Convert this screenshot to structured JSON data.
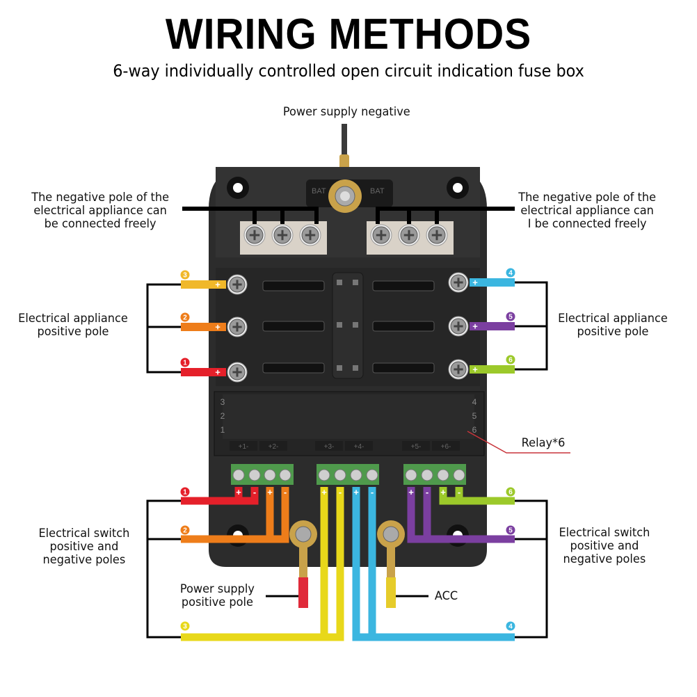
{
  "header": {
    "title": "WIRING METHODS",
    "subtitle": "6-way individually controlled open circuit indication fuse box"
  },
  "labels": {
    "power_negative": "Power supply negative",
    "neg_pole_left": [
      "The negative pole of the",
      "electrical appliance can",
      "be connected freely"
    ],
    "neg_pole_right": [
      "The negative pole of the",
      "electrical appliance can",
      "I be connected freely"
    ],
    "appliance_positive_left": [
      "Electrical appliance",
      "positive pole"
    ],
    "appliance_positive_right": [
      "Electrical appliance",
      "positive pole"
    ],
    "switch_left": [
      "Electrical switch",
      "positive and",
      "negative poles"
    ],
    "switch_right": [
      "Electrical switch",
      "positive and",
      "negative poles"
    ],
    "power_positive": [
      "Power supply",
      "positive pole"
    ],
    "acc": "ACC",
    "relay": "Relay*6"
  },
  "device": {
    "bat_label": "BAT",
    "relay_numbers_left": [
      "3",
      "2",
      "1"
    ],
    "relay_numbers_right": [
      "4",
      "5",
      "6"
    ],
    "terminal_labels": [
      "+1-",
      "+2-",
      "+3-",
      "+4-",
      "+5-",
      "+6-"
    ],
    "terminal_signs": [
      "+",
      "-"
    ]
  },
  "circuits": [
    {
      "id": "1",
      "color": "#e5202a"
    },
    {
      "id": "2",
      "color": "#ee7d1a"
    },
    {
      "id": "3",
      "color": "#f0b82a"
    },
    {
      "id": "4",
      "color": "#3bb6e0"
    },
    {
      "id": "5",
      "color": "#7b3fa0"
    },
    {
      "id": "6",
      "color": "#9cc92a"
    }
  ],
  "switch_colors": {
    "3": "#e8d81a",
    "4": "#3bb6e0"
  },
  "wires": {
    "power_positive_color": "#e02a3a",
    "acc_color": "#e6cc2a",
    "relay_pointer_color": "#c8343a"
  }
}
